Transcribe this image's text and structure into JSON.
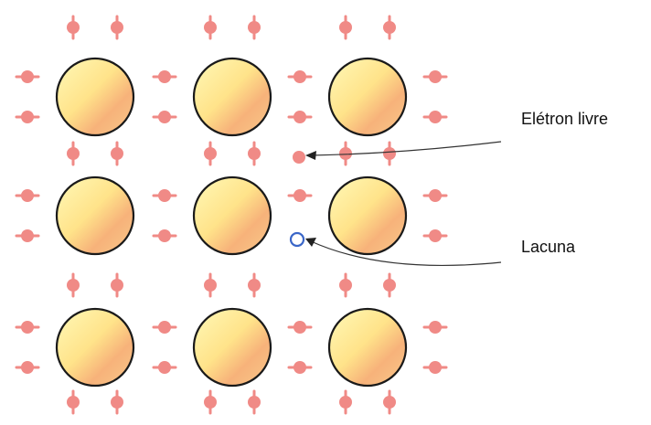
{
  "labels": {
    "free_electron": "Elétron livre",
    "hole": "Lacuna"
  },
  "lattice": {
    "rows": 3,
    "cols": 3,
    "atom_colors": {
      "fill_light": "#fff6a8",
      "fill_warm": "#f3a36a",
      "stroke": "#1a1a1a"
    },
    "bond_electron_color": "#f08a86",
    "hole_color": "#3a66c8",
    "missing_bond_electron": {
      "row": 1,
      "col": 2,
      "side": "left",
      "which": "lower"
    },
    "free_electron_present": true
  }
}
